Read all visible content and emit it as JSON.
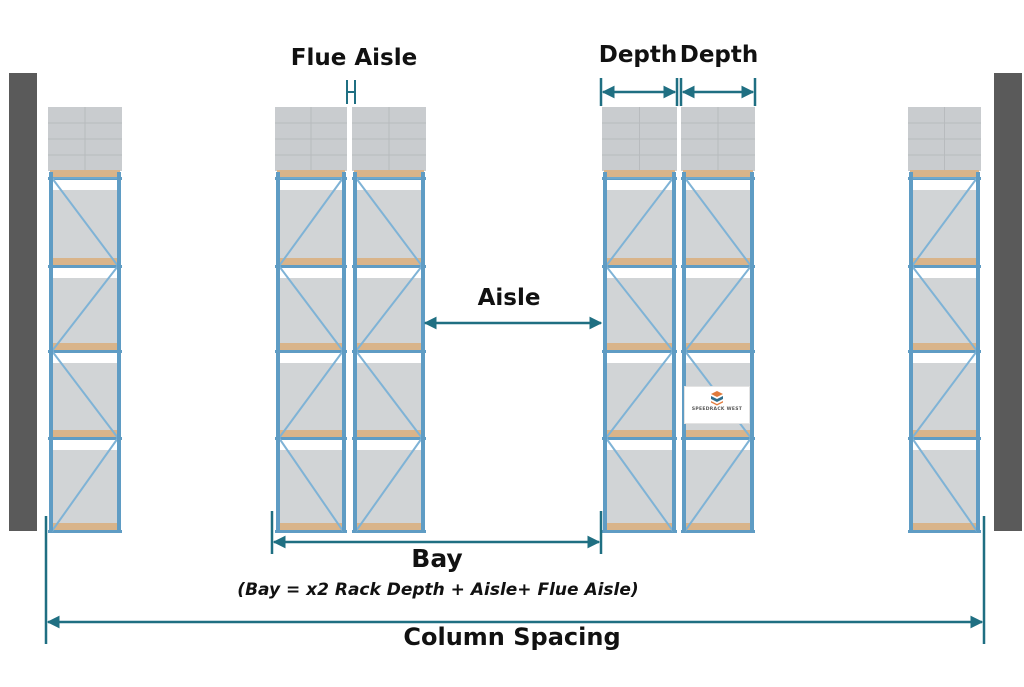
{
  "labels": {
    "flue_aisle": "Flue Aisle",
    "depth_1": "Depth",
    "depth_2": "Depth",
    "aisle": "Aisle",
    "bay": "Bay",
    "bay_formula": "(Bay = x2 Rack Depth + Aisle+ Flue Aisle)",
    "column_spacing": "Column Spacing"
  },
  "logo": {
    "brand": "SPEEDRACK WEST",
    "icon": "speedrack-logo-icon"
  },
  "colors": {
    "dimension_arrow": "#1f6f82",
    "upright": "#5f9cc4",
    "bracing": "#7fb3d6",
    "load": "#c9cccf",
    "pallet": "#d9b48a",
    "column": "#5a5a5a"
  }
}
